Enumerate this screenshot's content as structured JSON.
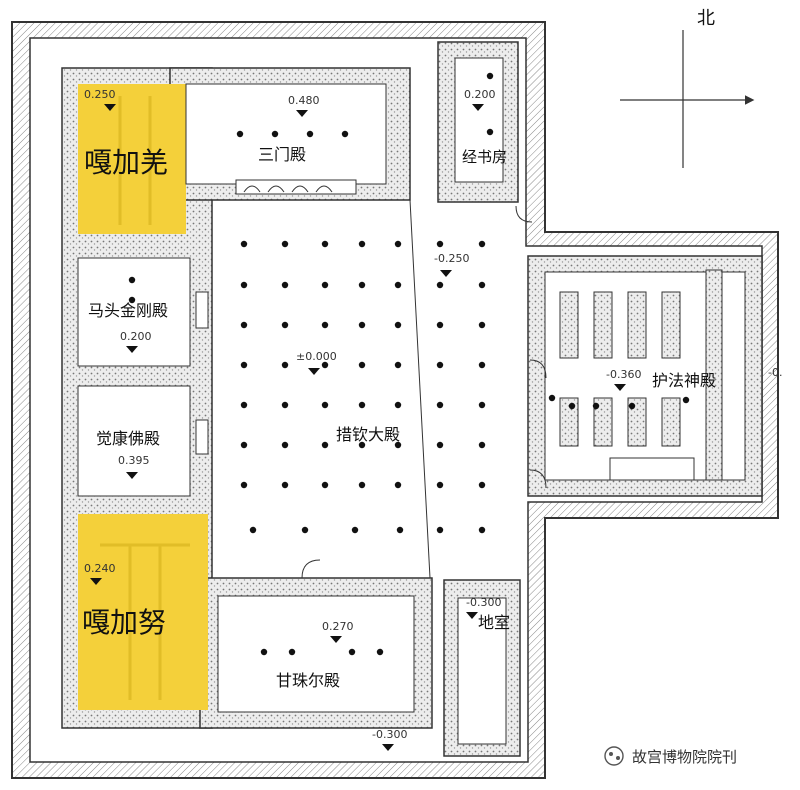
{
  "compass": {
    "north_label": "北"
  },
  "rooms": {
    "gajiaqiang": "嘎加羌",
    "sanmendian": "三门殿",
    "jingshufang": "经书房",
    "matoujingangdian": "马头金刚殿",
    "juekangfodian": "觉康佛殿",
    "cuoqindadian": "措钦大殿",
    "hufashendian": "护法神殿",
    "gajianu": "嘎加努",
    "dishi": "地室",
    "ganzhuerdian": "甘珠尔殿"
  },
  "levels": {
    "gajiaqiang": "0.250",
    "sanmendian": "0.480",
    "jingshufang": "0.200",
    "matoujingangdian": "0.200",
    "juekangfodian": "0.395",
    "courtyard_east": "-0.250",
    "cuoqindadian": "±0.000",
    "hufashendian": "-0.360",
    "hufashendian_edge": "-0.",
    "gajianu": "0.240",
    "dishi": "-0.300",
    "ganzhuerdian": "0.270",
    "south_exterior": "-0.300"
  },
  "watermark": {
    "text": "故宫博物院院刊"
  },
  "colors": {
    "highlight": "#f4d03a",
    "wall": "#333333",
    "hatch": "#9a9a9a"
  }
}
